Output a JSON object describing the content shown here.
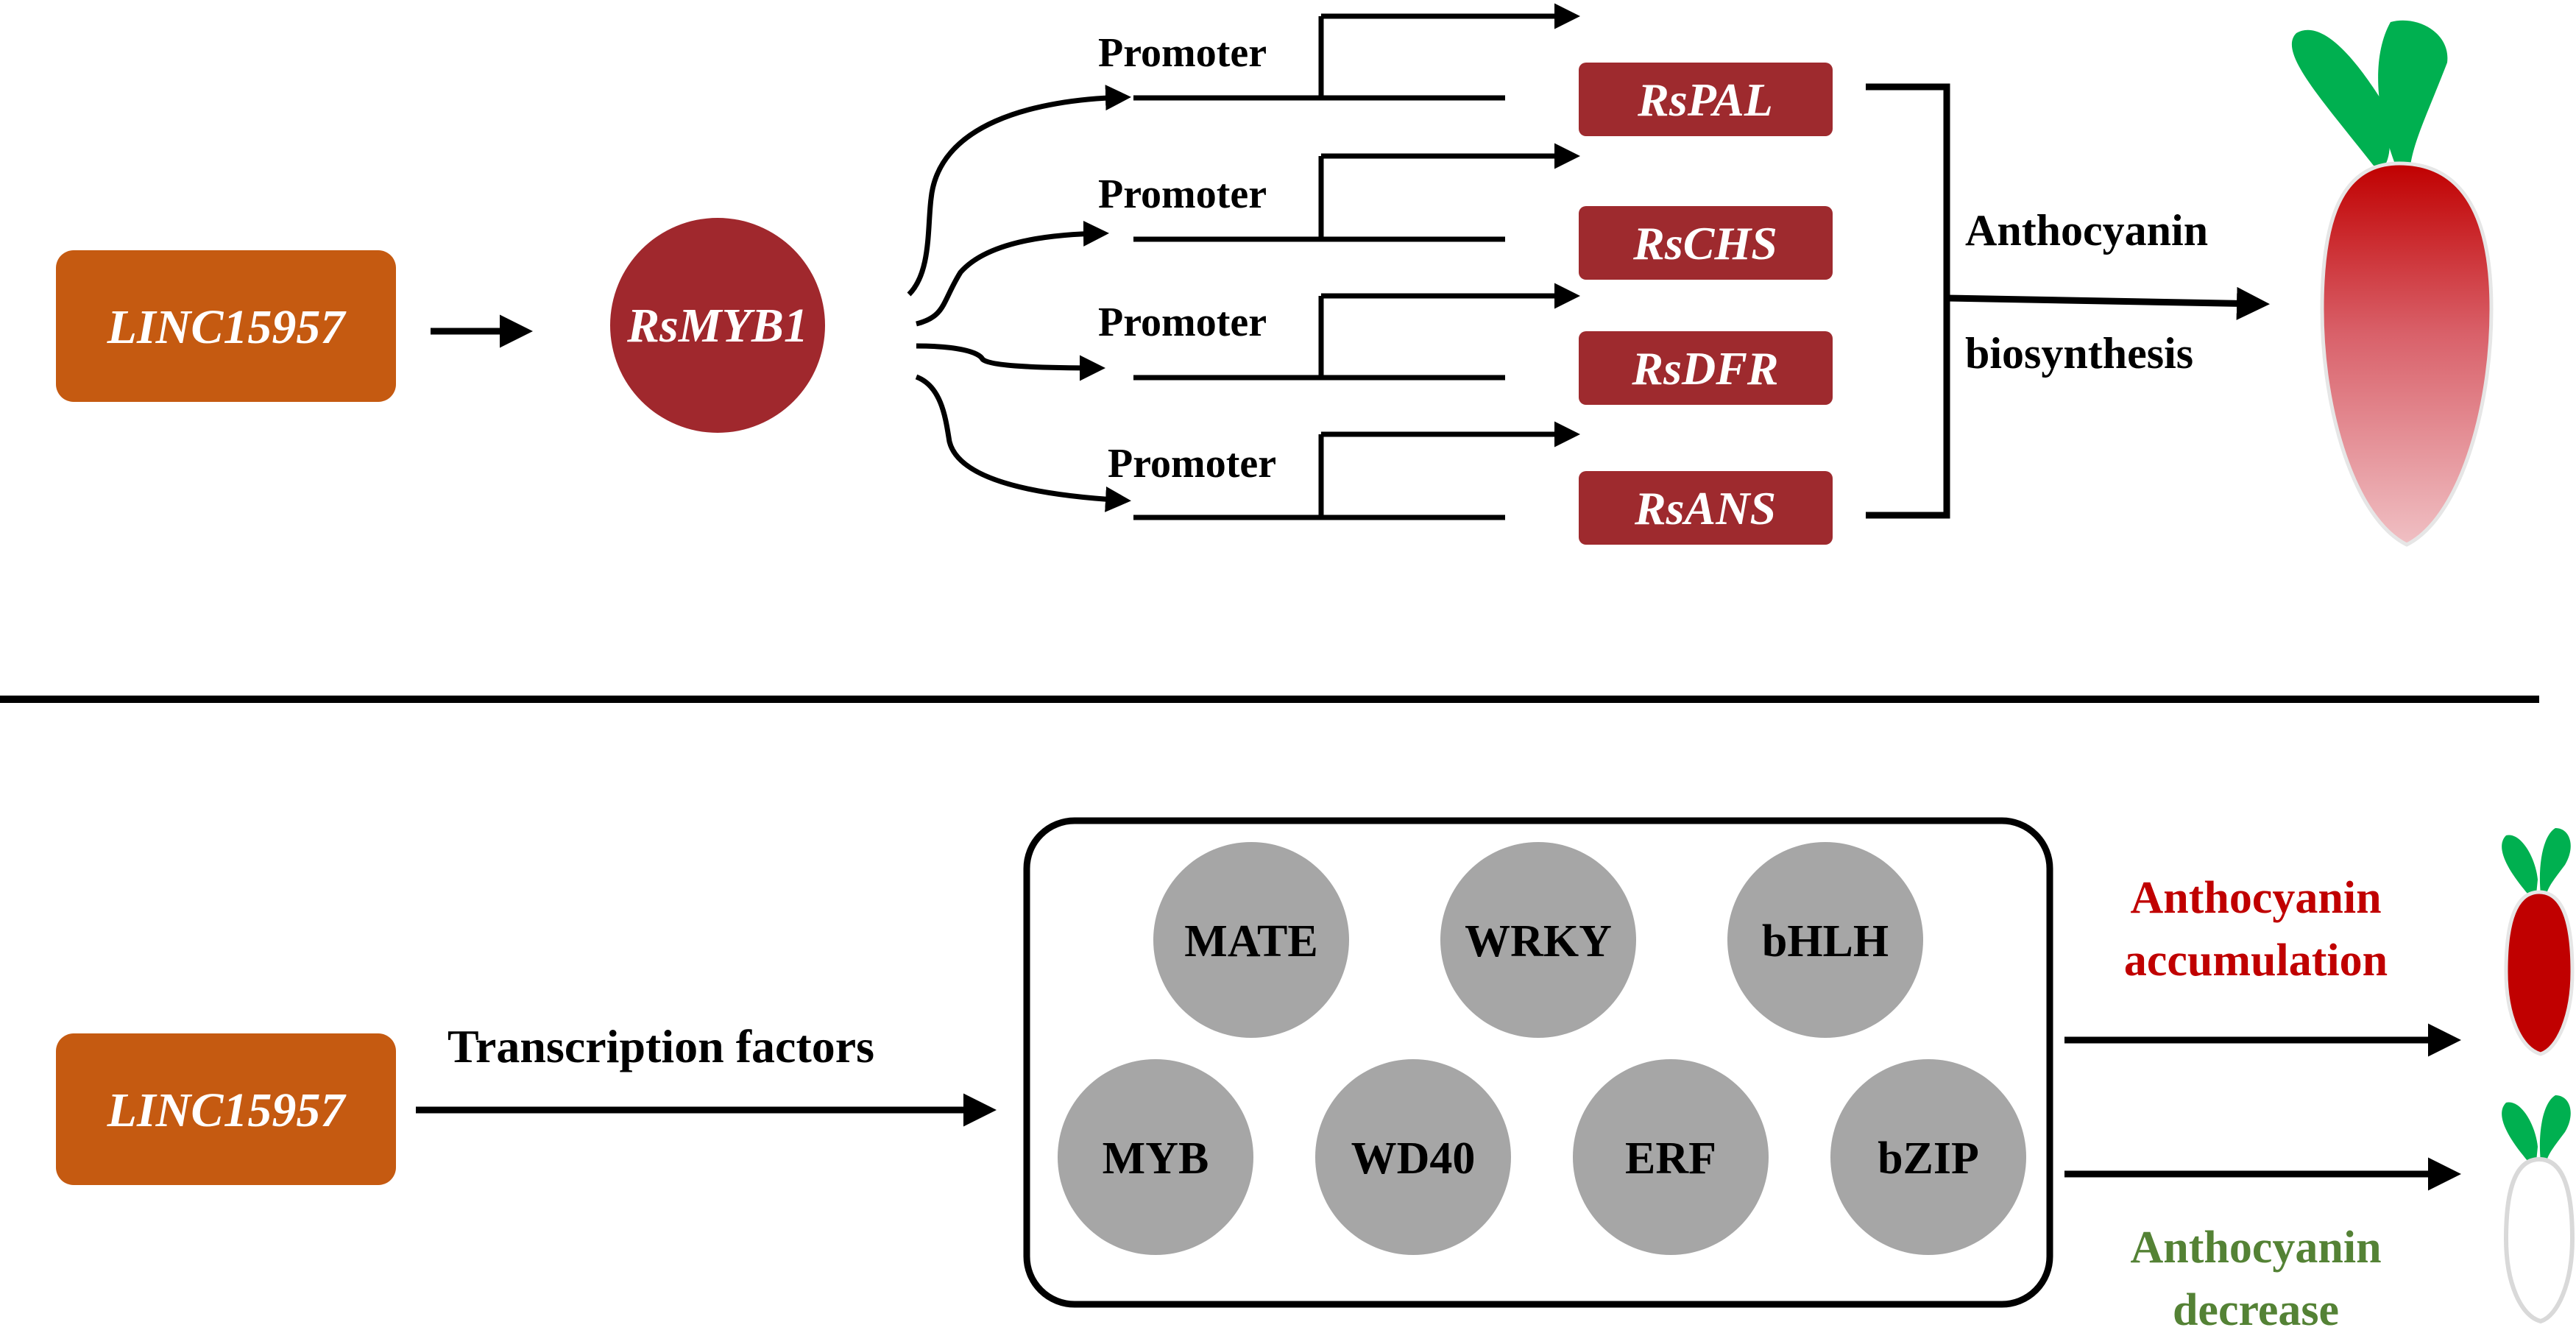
{
  "top": {
    "lnc_label": "LINC15957",
    "tf_label": "RsMYB1",
    "promoter_labels": [
      "Promoter",
      "Promoter",
      "Promoter",
      "Promoter"
    ],
    "genes": [
      "RsPAL",
      "RsCHS",
      "RsDFR",
      "RsANS"
    ],
    "outcome_line1": "Anthocyanin",
    "outcome_line2": "biosynthesis"
  },
  "bottom": {
    "lnc_label": "LINC15957",
    "arrow_label": "Transcription factors",
    "tf_families_row1": [
      "MATE",
      "WRKY",
      "bHLH"
    ],
    "tf_families_row2": [
      "MYB",
      "WD40",
      "ERF",
      "bZIP"
    ],
    "outcome_up_line1": "Anthocyanin",
    "outcome_up_line2": "accumulation",
    "outcome_down_line1": "Anthocyanin",
    "outcome_down_line2": "decrease"
  },
  "colors": {
    "lnc_box": "#c55a11",
    "tf_circle": "#a0282d",
    "gene_box": "#9e2a2e",
    "family_circle": "#a6a6a6",
    "accumulation_text": "#c00000",
    "decrease_text": "#548235",
    "leaf": "#00b050",
    "radish_red": "#c00000"
  }
}
